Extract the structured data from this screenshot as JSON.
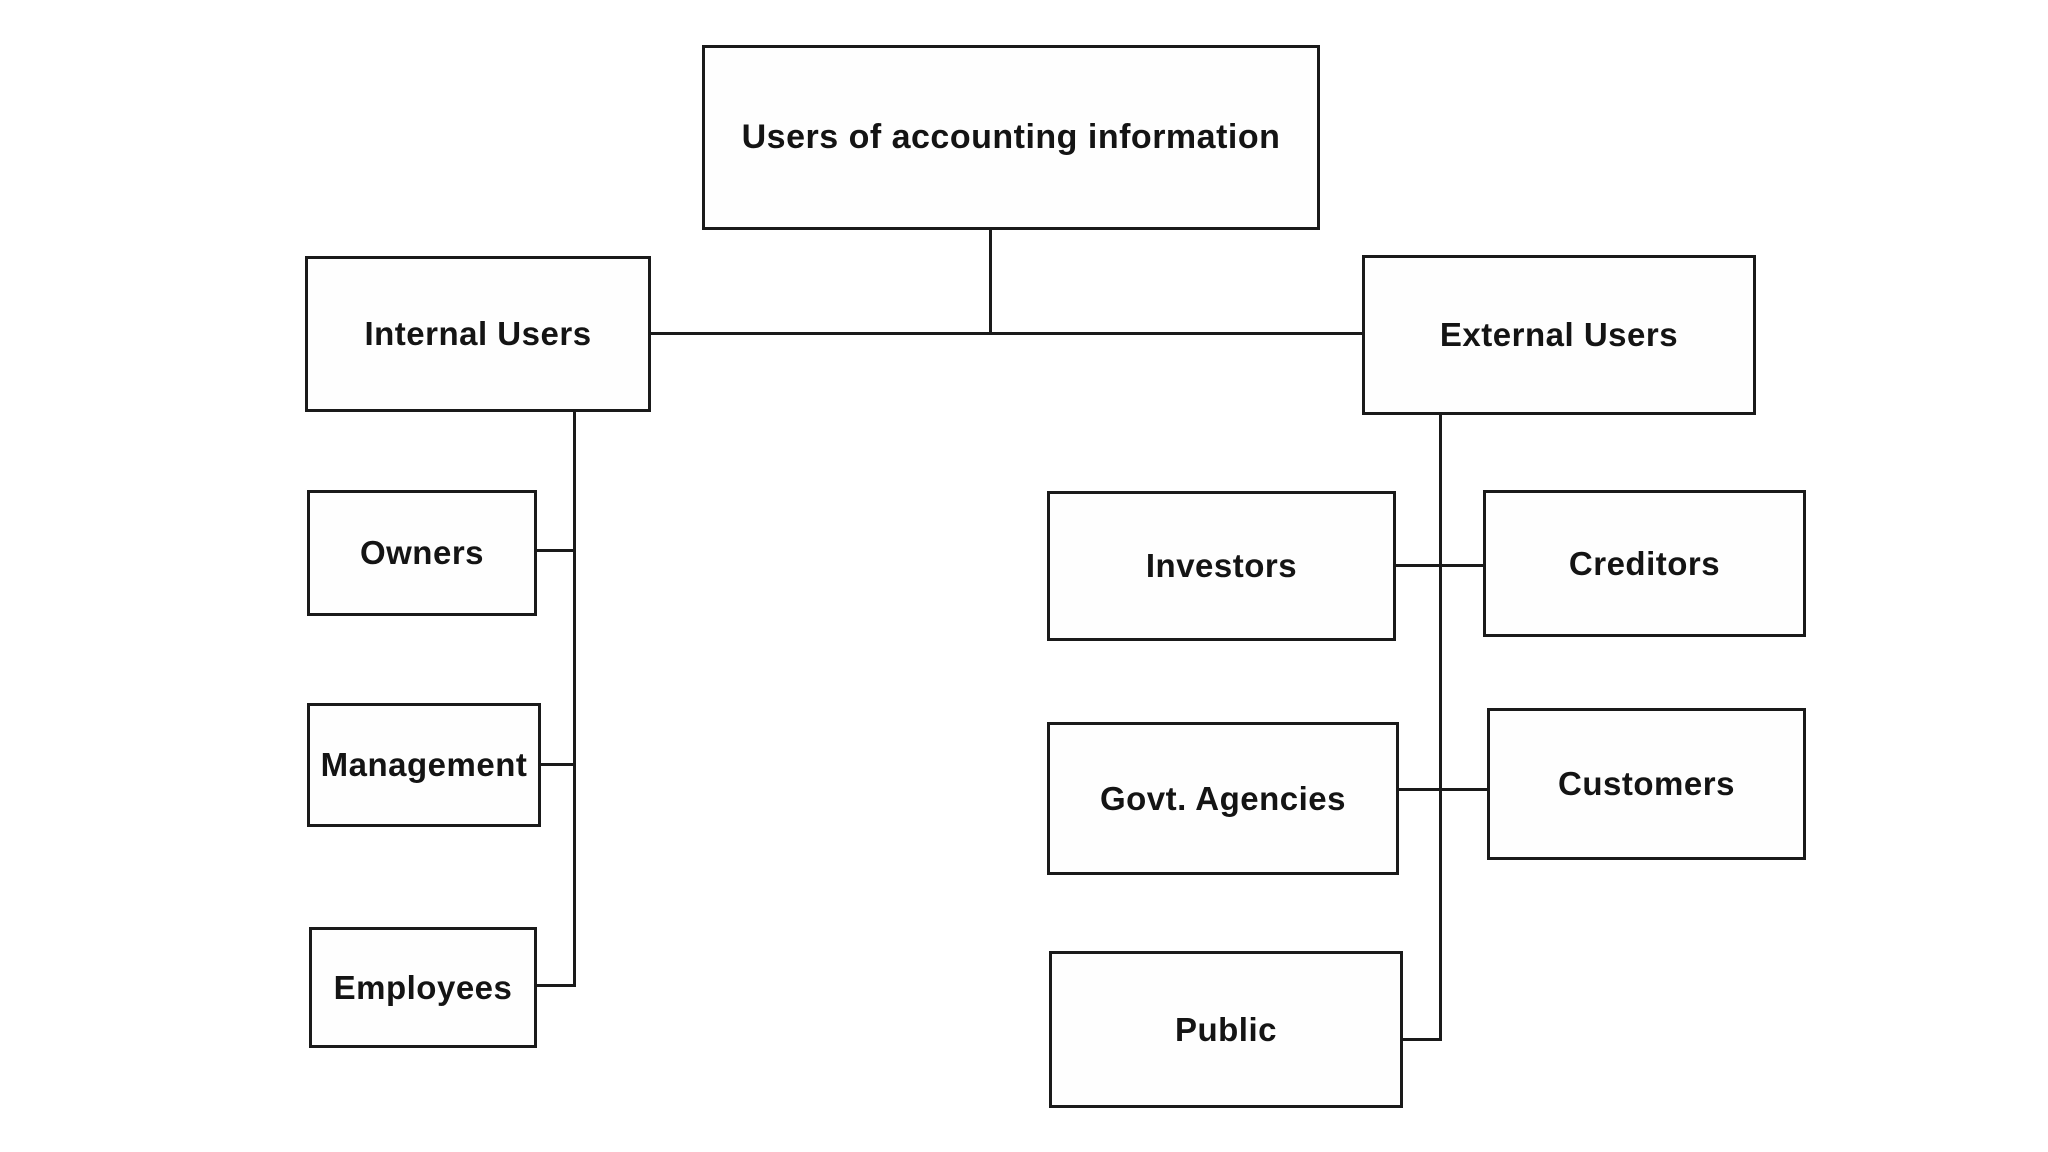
{
  "diagram": {
    "type": "hierarchy-flowchart",
    "background_color": "#ffffff",
    "line_color": "#1a1a1a",
    "text_color": "#141414",
    "nodes": {
      "root": {
        "label": "Users of accounting information"
      },
      "internal": {
        "label": "Internal Users"
      },
      "external": {
        "label": "External Users"
      },
      "owners": {
        "label": "Owners"
      },
      "management": {
        "label": "Management"
      },
      "employees": {
        "label": "Employees"
      },
      "investors": {
        "label": "Investors"
      },
      "creditors": {
        "label": "Creditors"
      },
      "govt_agencies": {
        "label": "Govt. Agencies"
      },
      "customers": {
        "label": "Customers"
      },
      "public": {
        "label": "Public"
      }
    },
    "edges": [
      {
        "from": "root",
        "to": "internal"
      },
      {
        "from": "root",
        "to": "external"
      },
      {
        "from": "internal",
        "to": "owners"
      },
      {
        "from": "internal",
        "to": "management"
      },
      {
        "from": "internal",
        "to": "employees"
      },
      {
        "from": "external",
        "to": "investors"
      },
      {
        "from": "external",
        "to": "creditors"
      },
      {
        "from": "external",
        "to": "govt_agencies"
      },
      {
        "from": "external",
        "to": "customers"
      },
      {
        "from": "external",
        "to": "public"
      }
    ]
  }
}
